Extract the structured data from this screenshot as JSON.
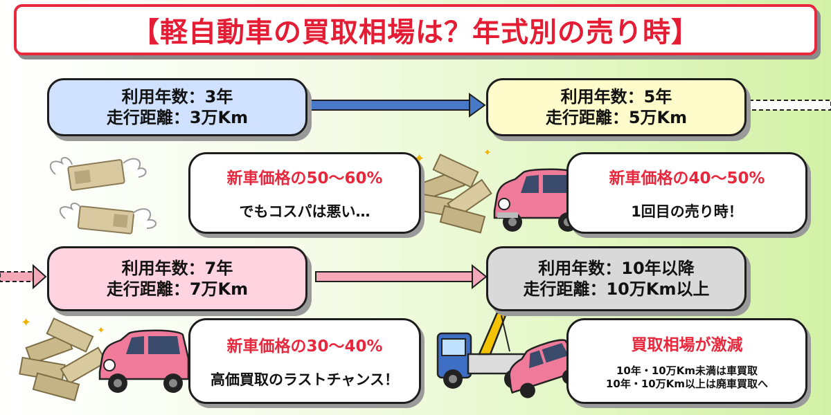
{
  "title": "【軽自動車の買取相場は？年式別の売り時】",
  "stages": [
    {
      "line1": "利用年数：3年",
      "line2": "走行距離：3万Km",
      "headline": "新車価格の50〜60%",
      "note": "でもコスパは悪い…"
    },
    {
      "line1": "利用年数：5年",
      "line2": "走行距離：5万Km",
      "headline": "新車価格の40〜50%",
      "note": "1回目の売り時！"
    },
    {
      "line1": "利用年数：7年",
      "line2": "走行距離：7万Km",
      "headline": "新車価格の30〜40%",
      "note": "高価買取のラストチャンス！"
    },
    {
      "line1": "利用年数：10年以降",
      "line2": "走行距離：10万Km以上",
      "headline": "買取相場が激減",
      "note1": "10年・10万Km未満は車買取",
      "note2": "10年・10万Km以上は廃車買取へ"
    }
  ],
  "colors": {
    "accent_red": "#e8283c",
    "blue_box": "#cfe1ff",
    "yellow_box": "#fffccc",
    "pink_box": "#ffd3df",
    "gray_box": "#d9d9d9"
  },
  "icons": [
    "flying-money-icon",
    "money-pile-icon",
    "pink-car-icon",
    "tow-truck-icon"
  ]
}
